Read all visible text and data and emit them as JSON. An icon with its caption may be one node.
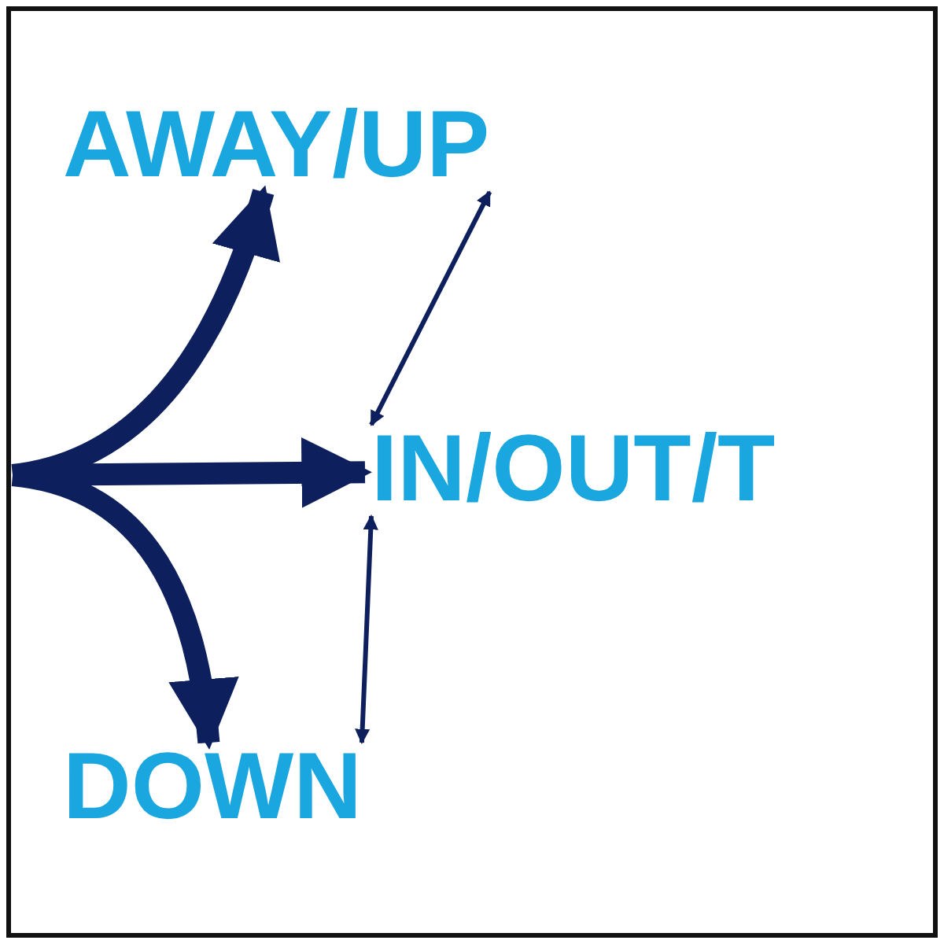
{
  "diagram": {
    "nodes": [
      {
        "text": [
          "AWAY/UP"
        ]
      },
      {
        "text": [
          "IN/OUT/T"
        ]
      },
      {
        "text": [
          "DOWN"
        ]
      }
    ],
    "edges": [
      {
        "from": null,
        "to": 0,
        "arrow": "to"
      },
      {
        "from": null,
        "to": 1,
        "arrow": "to"
      },
      {
        "from": null,
        "to": 2,
        "arrow": "to"
      },
      {
        "from": 0,
        "to": 1,
        "arrow": "both"
      },
      {
        "from": 1,
        "to": 2,
        "arrow": "both"
      }
    ]
  }
}
